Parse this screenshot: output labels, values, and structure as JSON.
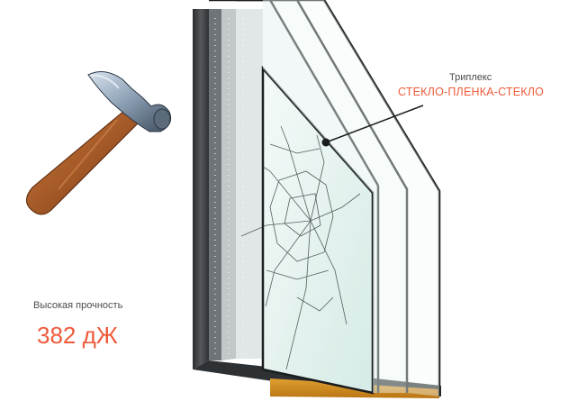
{
  "annotation": {
    "title": "Триплекс",
    "subtitle": "СТЕКЛО-ПЛЕНКА-СТЕКЛО"
  },
  "strength": {
    "label": "Высокая прочность",
    "value": "382 дЖ"
  },
  "colors": {
    "accent": "#ef5a3a",
    "label_text": "#4a4a4a",
    "glass_tint": "#dff0ec",
    "frame": "#3a3d3f",
    "hammer_handle": "#a55a28",
    "hammer_head": "#8fa3b8"
  },
  "icons": {
    "hammer": "hammer-icon",
    "window": "window-profile-icon"
  }
}
